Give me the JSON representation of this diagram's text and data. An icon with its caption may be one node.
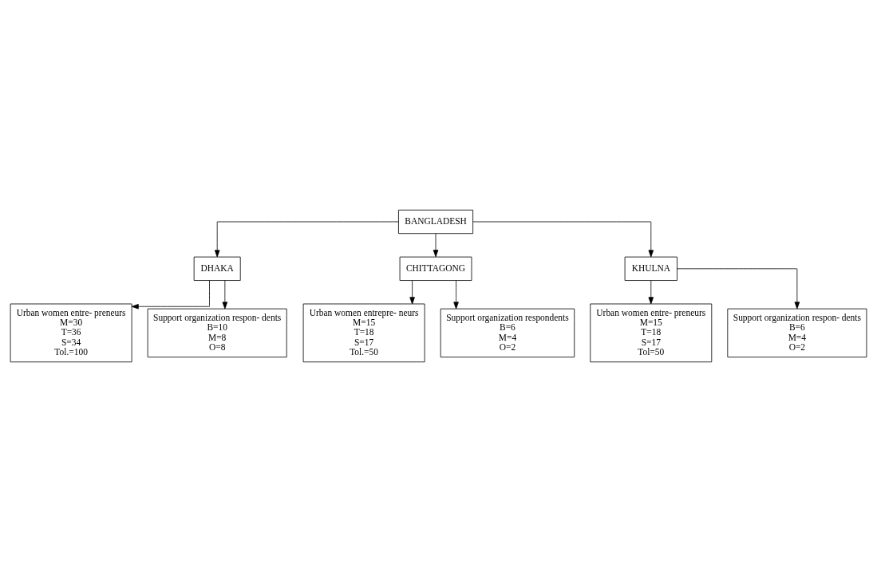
{
  "diagram": {
    "nodes": [
      {
        "text": [
          "BANGLADESH"
        ]
      },
      {
        "text": [
          "DHAKA"
        ]
      },
      {
        "text": [
          "CHITTAGONG"
        ]
      },
      {
        "text": [
          "KHULNA"
        ]
      },
      {
        "text": [
          "Urban women entre- preneurs",
          "M=30",
          "T=36",
          "S=34",
          "Tol.=100"
        ]
      },
      {
        "text": [
          "Support organization respon- dents",
          "B=10",
          "M=8",
          "O=8"
        ]
      },
      {
        "text": [
          "Urban women entrepre- neurs",
          "M=15",
          "T=18",
          "S=17",
          "Tol.=50"
        ]
      },
      {
        "text": [
          "Support organization respondents",
          "B=6",
          "M=4",
          "O=2"
        ]
      },
      {
        "text": [
          "Urban women entre- preneurs",
          "M=15",
          "T=18",
          "S=17",
          "Tol=50"
        ]
      },
      {
        "text": [
          "Support organization respon- dents",
          "B=6",
          "M=4",
          "O=2"
        ]
      }
    ],
    "edges": [
      {
        "from": 0,
        "to": 1,
        "arrow": "to"
      },
      {
        "from": 0,
        "to": 2,
        "arrow": "to"
      },
      {
        "from": 0,
        "to": 3,
        "arrow": "to"
      },
      {
        "from": 1,
        "to": 4,
        "arrow": "to"
      },
      {
        "from": 1,
        "to": 5,
        "arrow": "to"
      },
      {
        "from": 2,
        "to": 6,
        "arrow": "to"
      },
      {
        "from": 2,
        "to": 7,
        "arrow": "to"
      },
      {
        "from": 3,
        "to": 8,
        "arrow": "to"
      },
      {
        "from": 3,
        "to": 9,
        "arrow": "to"
      }
    ]
  }
}
